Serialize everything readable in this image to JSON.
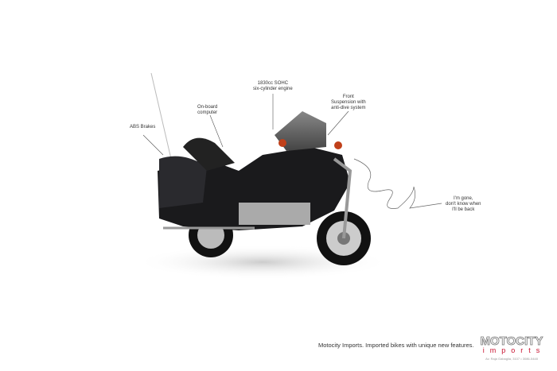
{
  "callouts": {
    "abs": "ABS Brakes",
    "computer": [
      "On-board",
      "computer"
    ],
    "engine": [
      "1830cc SOHC",
      "six-cylinder engine"
    ],
    "suspension": [
      "Front",
      "Suspension with",
      "anti-dive system"
    ],
    "gone": [
      "I'm gone,",
      "don't know when",
      "I'll be back"
    ]
  },
  "tagline": "Motocity Imports. Imported bikes with unique new features.",
  "logo": {
    "main": "MOTOCITY",
    "sub": "imports",
    "address": "Av. Raja Gabaglia, 3107 • 3086-5448"
  },
  "colors": {
    "brand_red": "#c8102e",
    "bike": "#1a1a1c"
  }
}
